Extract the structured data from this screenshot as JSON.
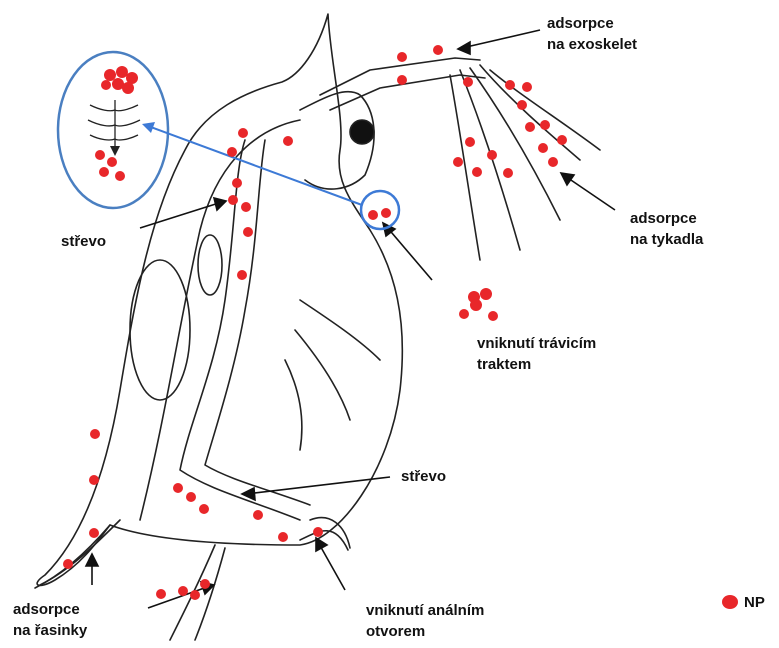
{
  "labels": {
    "exoskeleton_line1": "adsorpce",
    "exoskeleton_line2": "na exoskelet",
    "antennae_line1": "adsorpce",
    "antennae_line2": "na tykadla",
    "gut_upper": "střevo",
    "gut_lower": "střevo",
    "digestive_line1": "vniknutí trávicím",
    "digestive_line2": "traktem",
    "setae_line1": "adsorpce",
    "setae_line2": "na řasinky",
    "anal_line1": "vniknutí análním",
    "anal_line2": "otvorem"
  },
  "legend": {
    "label": "NP"
  },
  "colors": {
    "nanoparticle": "#e8272a",
    "inset_outline": "#4a7fc1",
    "ink": "#222222"
  }
}
